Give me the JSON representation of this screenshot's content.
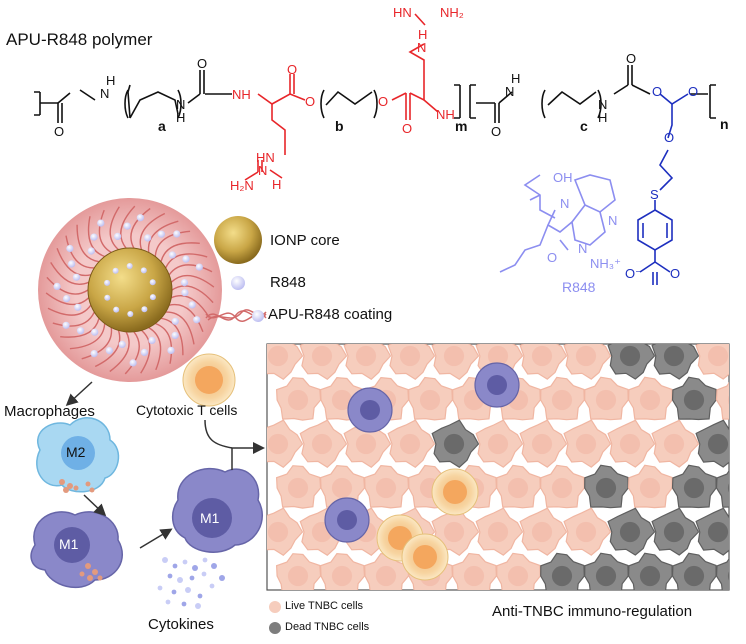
{
  "title": "APU-R848 polymer",
  "chemistry": {
    "atoms": {
      "N": "N",
      "H": "H",
      "O": "O",
      "S": "S",
      "HN": "HN",
      "NH": "NH",
      "NH2": "NH₂",
      "H2N": "H₂N",
      "NH3plus": "NH₃⁺",
      "Ominus": "O⁻",
      "OH": "OH"
    },
    "subscripts": {
      "a": "a",
      "b": "b",
      "c": "c",
      "m": "m",
      "n": "n"
    },
    "r848_label": "R848"
  },
  "legend": {
    "core": "IONP core",
    "r848": "R848",
    "coating": "APU-R848 coating"
  },
  "cells": {
    "macrophages": "Macrophages",
    "m2": "M2",
    "m1_small": "M1",
    "m1_large": "M1",
    "cytotoxic": "Cytotoxic  T cells",
    "cytokines": "Cytokines"
  },
  "tumor_panel": {
    "live": "Live TNBC cells",
    "dead": "Dead TNBC cells",
    "caption": "Anti-TNBC immuno-regulation"
  },
  "colors": {
    "black": "#111111",
    "red": "#e8262a",
    "blue": "#1d2fbf",
    "lavender": "#8c8ef0",
    "live_cell": "#f6cdbd",
    "dead_cell": "#7d7d7d",
    "m2_fill": "#a9d8f2",
    "m1_fill": "#8a88c9",
    "core_gold": "#c9a646"
  }
}
